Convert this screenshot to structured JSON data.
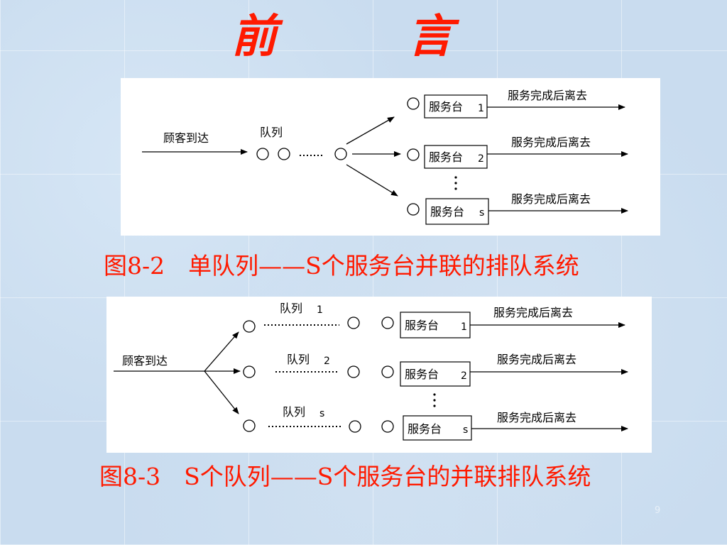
{
  "slide": {
    "title": "前　言",
    "page_number": "9"
  },
  "figure1": {
    "arrival_label": "顾客到达",
    "queue_label": "队列",
    "servers": [
      {
        "label": "服务台",
        "index": "1"
      },
      {
        "label": "服务台",
        "index": "2"
      },
      {
        "label": "服务台",
        "index": "s"
      }
    ],
    "depart_label": "服务完成后离去",
    "caption": "图8-2　单队列——S个服务台并联的排队系统"
  },
  "figure2": {
    "arrival_label": "顾客到达",
    "queues": [
      {
        "label": "队列",
        "index": "1"
      },
      {
        "label": "队列",
        "index": "2"
      },
      {
        "label": "队列",
        "index": "s"
      }
    ],
    "servers": [
      {
        "label": "服务台",
        "index": "1"
      },
      {
        "label": "服务台",
        "index": "2"
      },
      {
        "label": "服务台",
        "index": "s"
      }
    ],
    "depart_label": "服务完成后离去",
    "caption": "图8-3　S个队列——S个服务台的并联排队系统"
  },
  "colors": {
    "accent": "#ff1a00",
    "background": "#c9dcef"
  }
}
